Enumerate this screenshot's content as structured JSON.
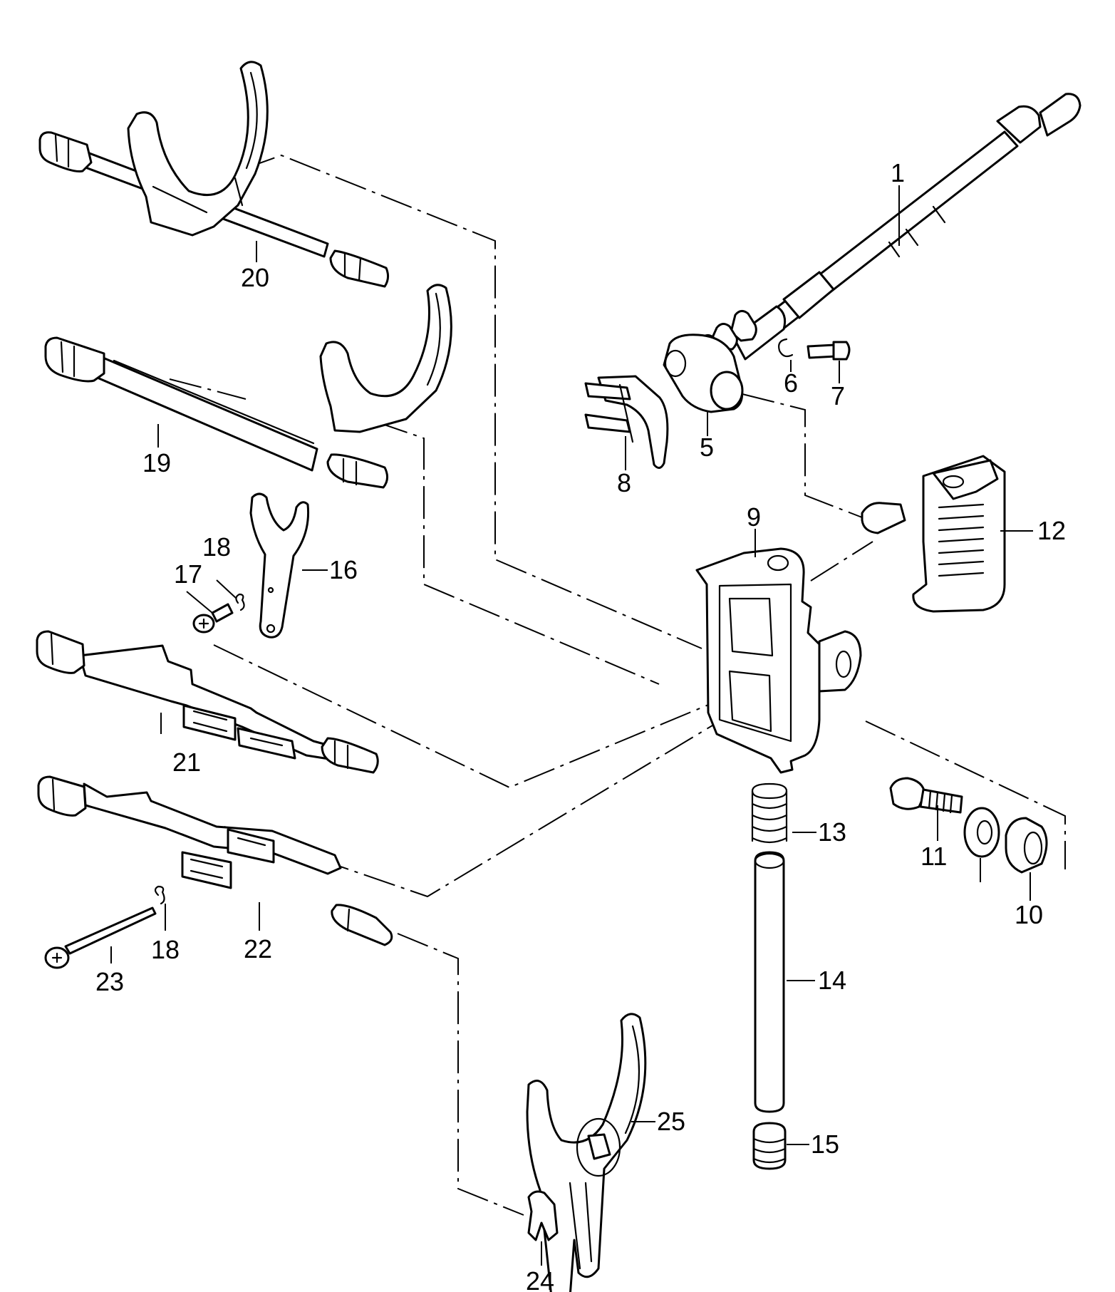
{
  "callouts": {
    "c1": "1",
    "c5": "5",
    "c6": "6",
    "c7": "7",
    "c8": "8",
    "c9": "9",
    "c10": "10",
    "c11": "11",
    "c12": "12",
    "c13": "13",
    "c14": "14",
    "c15": "15",
    "c16": "16",
    "c17": "17",
    "c18a": "18",
    "c18b": "18",
    "c19": "19",
    "c20": "20",
    "c21": "21",
    "c22": "22",
    "c23": "23",
    "c24": "24",
    "c25": "25"
  }
}
